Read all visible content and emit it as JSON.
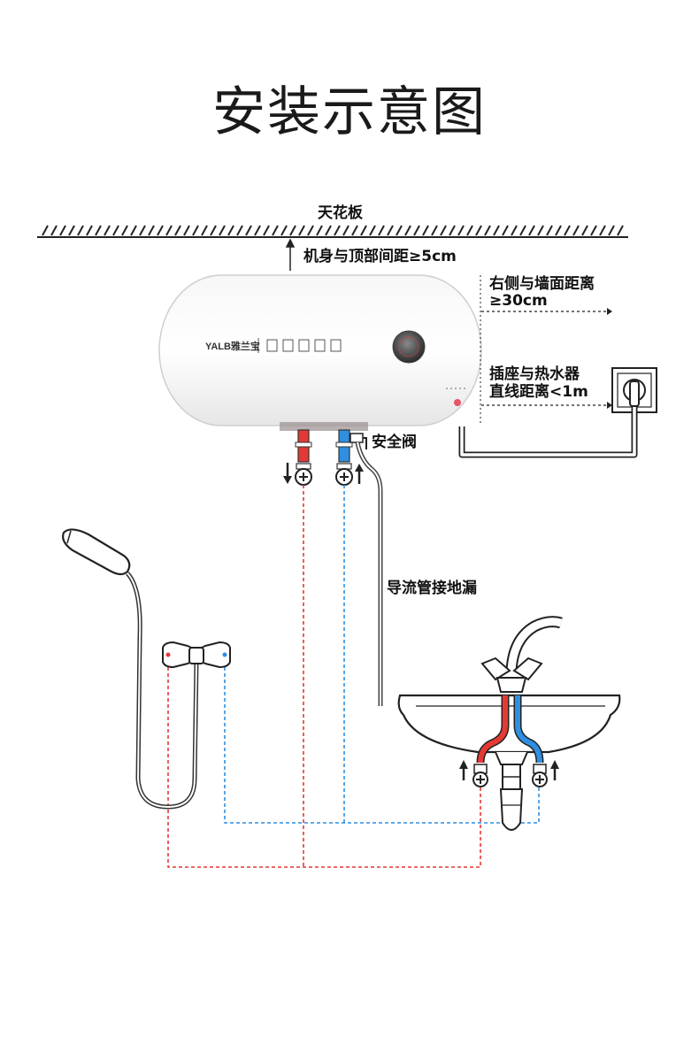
{
  "title": "安装示意图",
  "labels": {
    "ceiling": "天花板",
    "top_gap": "机身与顶部间距≥5cm",
    "right_gap_line1": "右侧与墙面距离",
    "right_gap_line2": "≥30cm",
    "socket_line1": "插座与热水器",
    "socket_line2": "直线距离<1m",
    "safety_valve": "安全阀",
    "drain_pipe": "导流管接地漏"
  },
  "heater": {
    "brand": "YALB雅兰宝"
  },
  "colors": {
    "hot": "#e53935",
    "cold": "#2f8fe0",
    "line": "#222222"
  },
  "icons": [
    "ceiling-hatch",
    "water-heater",
    "shower-head",
    "mixer-valve",
    "sink",
    "power-socket",
    "arrow-up-icon",
    "arrow-down-icon"
  ]
}
